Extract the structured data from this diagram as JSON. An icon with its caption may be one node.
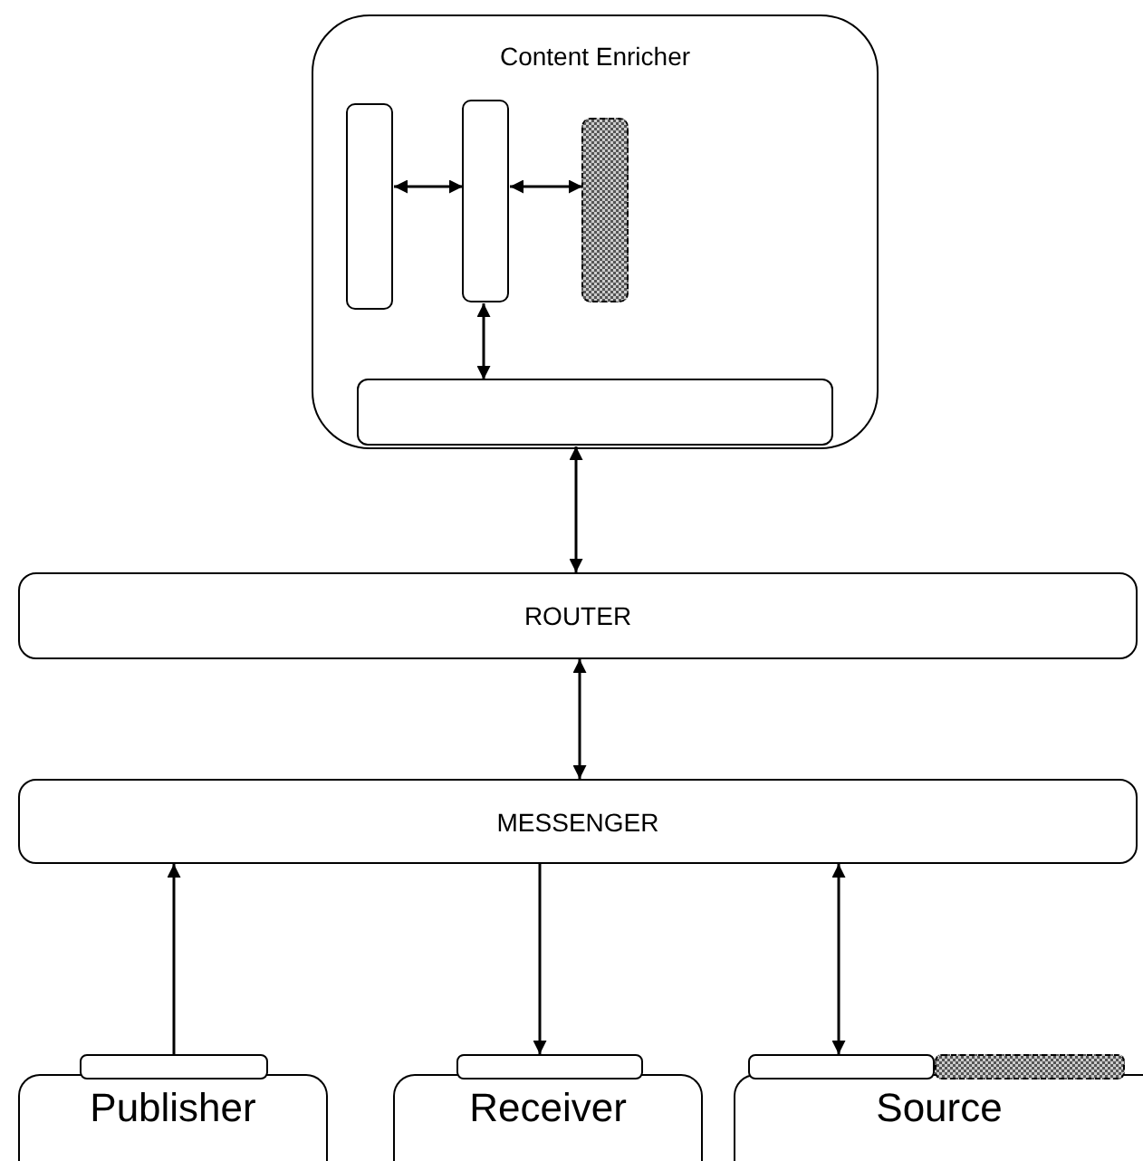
{
  "diagram": {
    "nodes": [
      {
        "text": [
          "Content Enricher"
        ]
      },
      {
        "text": [],
        "shape": "box",
        "in": 0
      },
      {
        "text": [],
        "shape": "box",
        "in": 0
      },
      {
        "text": [],
        "shape": "box",
        "in": 0
      },
      {
        "text": [],
        "shape": "box",
        "in": 0
      },
      {
        "text": [
          "ROUTER"
        ]
      },
      {
        "text": [
          "MESSENGER"
        ]
      },
      {
        "text": [
          "Publisher"
        ]
      },
      {
        "text": [],
        "shape": "box"
      },
      {
        "text": [
          "Receiver"
        ]
      },
      {
        "text": [],
        "shape": "box"
      },
      {
        "text": [
          "Source"
        ]
      },
      {
        "text": [],
        "shape": "box"
      },
      {
        "text": [],
        "shape": "box"
      }
    ],
    "edges": [
      {
        "from": 1,
        "to": 2,
        "arrow": "both"
      },
      {
        "from": 2,
        "to": 3,
        "arrow": "both"
      },
      {
        "from": 2,
        "to": 4,
        "arrow": "both"
      },
      {
        "from": 4,
        "to": 5,
        "arrow": "both"
      },
      {
        "from": 5,
        "to": 6,
        "arrow": "both"
      },
      {
        "from": 8,
        "to": 6,
        "arrow": "to"
      },
      {
        "from": 6,
        "to": 10,
        "arrow": "to"
      },
      {
        "from": 12,
        "to": 6,
        "arrow": "both"
      }
    ]
  }
}
